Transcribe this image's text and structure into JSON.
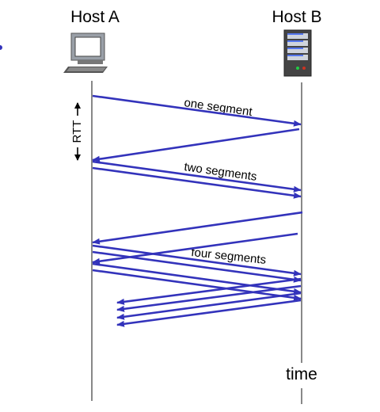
{
  "hosts": {
    "a": {
      "label": "Host A",
      "icon": "desktop-computer-icon"
    },
    "b": {
      "label": "Host B",
      "icon": "server-tower-icon"
    }
  },
  "segment_labels": {
    "one": "one segment",
    "two": "two segments",
    "four": "four segments"
  },
  "rtt_label": "RTT",
  "time_label": "time",
  "colors": {
    "arrow": "#3333bb",
    "timeline": "#888888"
  }
}
